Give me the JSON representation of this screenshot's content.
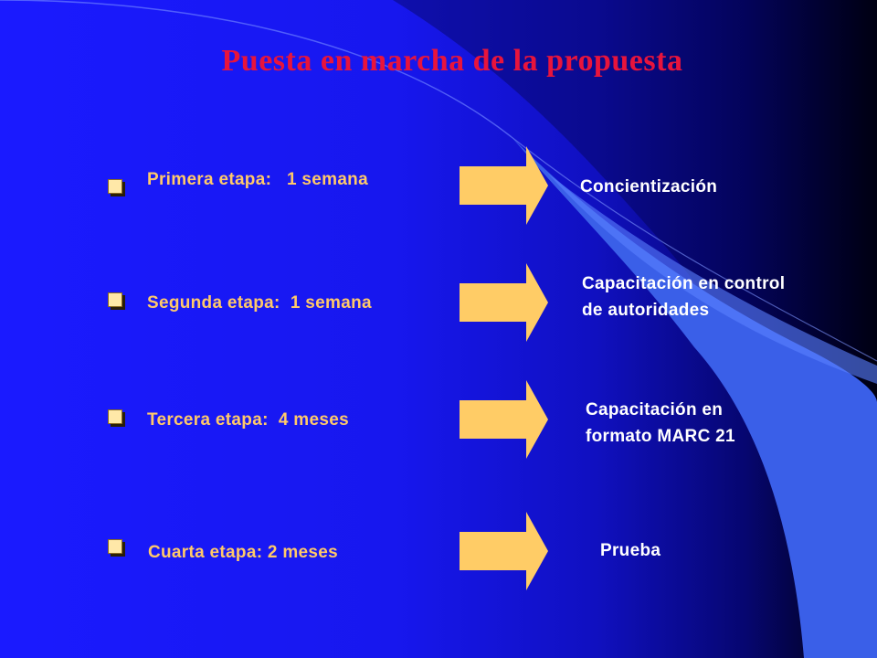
{
  "slide": {
    "title": "Puesta en marcha de la propuesta",
    "colors": {
      "title": "#e8143c",
      "stage_text": "#ffc96a",
      "outcome_text": "#ffffff",
      "arrow": "#ffcc66",
      "background": "#1a1aff"
    },
    "stages": [
      {
        "label": "Primera etapa:   1 semana",
        "outcome": [
          "Concientización"
        ]
      },
      {
        "label": "Segunda etapa:  1 semana",
        "outcome": [
          "Capacitación en control",
          "de autoridades"
        ]
      },
      {
        "label": "Tercera etapa:  4 meses",
        "outcome": [
          "Capacitación en",
          "formato MARC 21"
        ]
      },
      {
        "label": "Cuarta etapa: 2 meses",
        "outcome": [
          "Prueba"
        ]
      }
    ]
  }
}
